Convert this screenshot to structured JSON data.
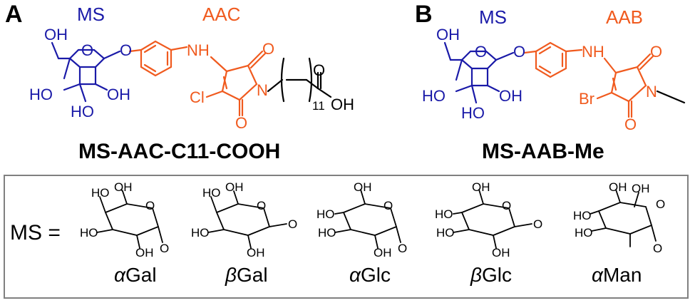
{
  "panelA": {
    "letter": "A",
    "ms_label": "MS",
    "aac_label": "AAC",
    "compound_name": "MS-AAC-C11-COOH",
    "atoms": {
      "OH_top": "OH",
      "O_ring": "O",
      "O_link": "O",
      "NH": "NH",
      "O_imide_top": "O",
      "O_imide_bot": "O",
      "Cl": "Cl",
      "N": "N",
      "HO_left": "HO",
      "OH_right": "OH",
      "HO_bottom": "HO",
      "OH_acid": "OH",
      "O_acid": "O",
      "subscript": "11"
    }
  },
  "panelB": {
    "letter": "B",
    "ms_label": "MS",
    "aab_label": "AAB",
    "compound_name": "MS-AAB-Me",
    "atoms": {
      "OH_top": "OH",
      "O_ring": "O",
      "O_link": "O",
      "NH": "NH",
      "O_imide_top": "O",
      "O_imide_bot": "O",
      "Br": "Br",
      "N": "N",
      "HO_left": "HO",
      "OH_right": "OH",
      "HO_bottom": "HO"
    }
  },
  "legend": {
    "ms_equals": "MS =",
    "sugars": [
      {
        "name": "αGal",
        "greek": "α",
        "suffix": "Gal"
      },
      {
        "name": "βGal",
        "greek": "β",
        "suffix": "Gal"
      },
      {
        "name": "αGlc",
        "greek": "α",
        "suffix": "Glc"
      },
      {
        "name": "βGlc",
        "greek": "β",
        "suffix": "Glc"
      },
      {
        "name": "αMan",
        "greek": "α",
        "suffix": "Man"
      }
    ]
  },
  "colors": {
    "ms": "#1a1aa8",
    "linker": "#f05a1e",
    "text": "#000000",
    "box": "#808080"
  }
}
